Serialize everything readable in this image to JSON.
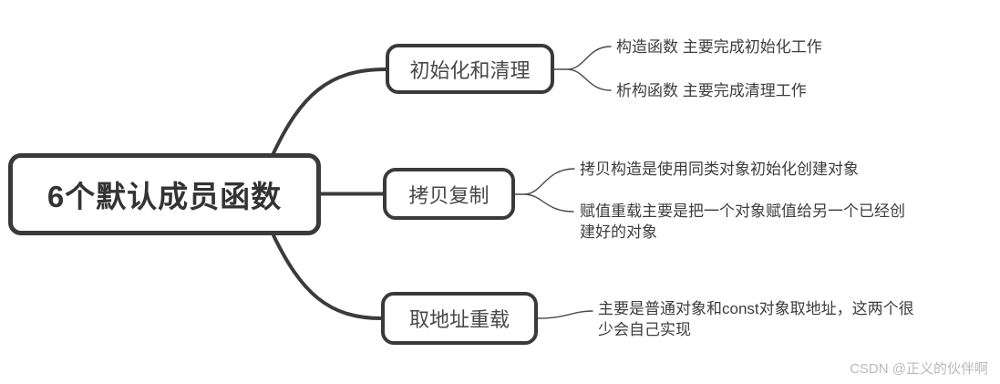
{
  "colors": {
    "line_color": "#3b3b3b",
    "thin_line_color": "#4a4a4a",
    "box_border": "#3a3a3a",
    "root_text": "#333333",
    "branch_text": "#484848",
    "leaf_text": "#3d3d3d",
    "watermark": "#b9b9b9",
    "background": "#ffffff"
  },
  "root": {
    "label": "6个默认成员函数"
  },
  "branches": [
    {
      "label": "初始化和清理",
      "leaves": [
        "构造函数 主要完成初始化工作",
        "析构函数 主要完成清理工作"
      ]
    },
    {
      "label": "拷贝复制",
      "leaves": [
        "拷贝构造是使用同类对象初始化创建对象",
        "赋值重载主要是把一个对象赋值给另一个已经创建好的对象"
      ]
    },
    {
      "label": "取地址重载",
      "leaves": [
        "主要是普通对象和const对象取地址，这两个很少会自己实现"
      ]
    }
  ],
  "watermark": {
    "text": "CSDN @正义的伙伴啊"
  }
}
